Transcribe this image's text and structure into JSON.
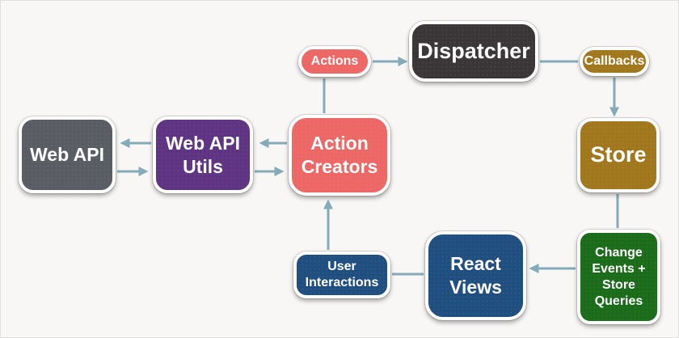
{
  "nodes": {
    "actions": {
      "label": "Actions"
    },
    "dispatcher": {
      "label": "Dispatcher"
    },
    "callbacks": {
      "label": "Callbacks"
    },
    "store": {
      "label": "Store"
    },
    "web_api": {
      "label": "Web API"
    },
    "web_api_utils": {
      "label": "Web API Utils"
    },
    "action_creators": {
      "label": "Action Creators"
    },
    "user_interactions": {
      "label": "User Interactions"
    },
    "react_views": {
      "label": "React Views"
    },
    "change_events": {
      "label": "Change Events + Store Queries"
    }
  },
  "edges": [
    {
      "from": "action_creators",
      "to": "actions",
      "arrowhead": false
    },
    {
      "from": "actions",
      "to": "dispatcher",
      "arrowhead": true
    },
    {
      "from": "dispatcher",
      "to": "callbacks",
      "arrowhead": false
    },
    {
      "from": "callbacks",
      "to": "store",
      "arrowhead": true
    },
    {
      "from": "store",
      "to": "change_events",
      "arrowhead": false
    },
    {
      "from": "change_events",
      "to": "react_views",
      "arrowhead": true
    },
    {
      "from": "react_views",
      "to": "user_interactions",
      "arrowhead": false
    },
    {
      "from": "user_interactions",
      "to": "action_creators",
      "arrowhead": true
    },
    {
      "from": "web_api_utils",
      "to": "web_api",
      "arrowhead": true
    },
    {
      "from": "web_api",
      "to": "web_api_utils",
      "arrowhead": true
    },
    {
      "from": "action_creators",
      "to": "web_api_utils",
      "arrowhead": true
    },
    {
      "from": "web_api_utils",
      "to": "action_creators",
      "arrowhead": true
    }
  ],
  "colors": {
    "red": "#ec6765",
    "dark": "#3a3637",
    "gold": "#a1771d",
    "gray": "#5a5c64",
    "purple": "#5e3382",
    "blue": "#1f4e80",
    "green": "#1a6b1a",
    "arrow": "#85abb8",
    "bg": "#f8f7f6",
    "text": "#ffffff"
  }
}
